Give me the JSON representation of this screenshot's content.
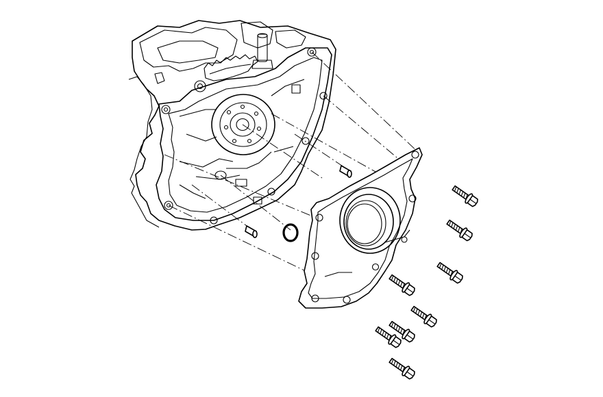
{
  "diagram": {
    "parts": [
      {
        "name": "engine-block"
      },
      {
        "name": "rear-oil-seal-retainer"
      },
      {
        "name": "o-ring"
      },
      {
        "name": "dowel-pin",
        "count": 2
      },
      {
        "name": "bolt",
        "count": 8
      }
    ]
  }
}
